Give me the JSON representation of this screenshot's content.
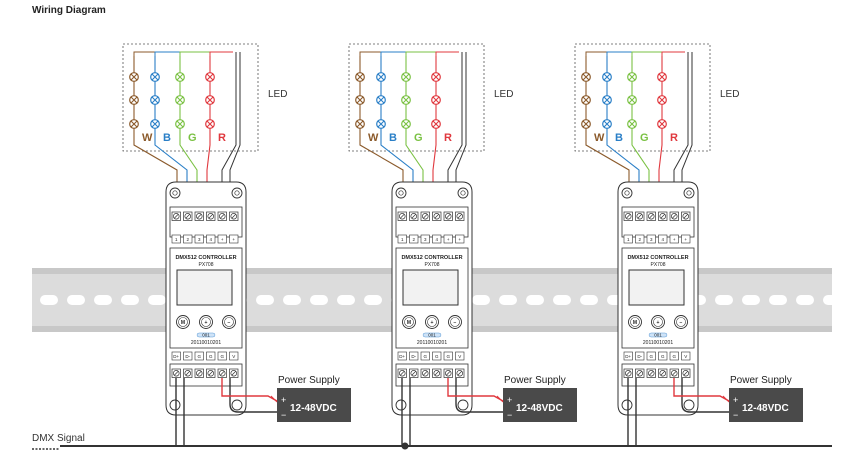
{
  "title": "Wiring Diagram",
  "led_label": "LED",
  "led_wire_labels": [
    "W",
    "B",
    "G",
    "R"
  ],
  "controller": {
    "name": "DMX512 CONTROLLER",
    "model": "PX708",
    "buttons": [
      "M",
      "+",
      "−"
    ],
    "top_terminals": [
      "1",
      "2",
      "3",
      "4",
      "+",
      "+"
    ],
    "bottom_terminals": [
      "D+",
      "D-",
      "G",
      "G",
      "G",
      "V"
    ],
    "serial": "20110010201",
    "address_badge": "001"
  },
  "power_supply": {
    "label": "Power Supply",
    "voltage": "12-48VDC",
    "plus": "+",
    "minus": "−"
  },
  "dmx_signal_label": "DMX Signal",
  "wire_colors": {
    "W": "#8b5a2b",
    "B": "#2a7fc7",
    "G": "#7ac143",
    "R": "#e0383e"
  },
  "rail_color": "#d9d9d9",
  "power_supply_color": "#4a4a4a"
}
